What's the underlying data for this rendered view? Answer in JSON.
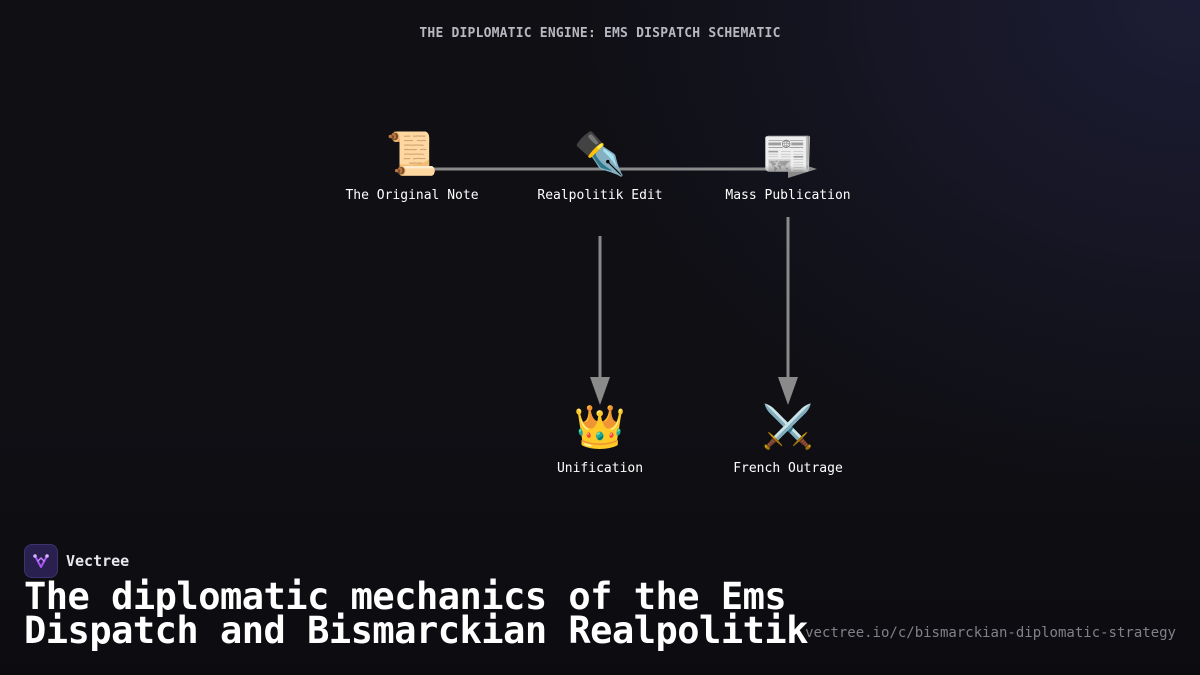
{
  "diagram": {
    "title": "THE DIPLOMATIC ENGINE: EMS DISPATCH SCHEMATIC",
    "nodes": [
      {
        "id": "original",
        "label": "The Original Note",
        "emoji": "📜",
        "icon": "scroll-icon"
      },
      {
        "id": "edit",
        "label": "Realpolitik Edit",
        "emoji": "✒️",
        "icon": "fountain-pen-icon"
      },
      {
        "id": "publication",
        "label": "Mass Publication",
        "emoji": "📰",
        "icon": "newspaper-icon"
      },
      {
        "id": "unification",
        "label": "Unification",
        "emoji": "👑",
        "icon": "crown-icon"
      },
      {
        "id": "outrage",
        "label": "French Outrage",
        "emoji": "⚔️",
        "icon": "crossed-swords-icon"
      }
    ],
    "edges": [
      {
        "from": "original",
        "to": "publication"
      },
      {
        "from": "edit",
        "to": "unification"
      },
      {
        "from": "publication",
        "to": "outrage"
      }
    ],
    "colors": {
      "edge": "#8a8a8a",
      "background": "#0f0f14"
    }
  },
  "brand": {
    "name": "Vectree",
    "accent": "#a855f7"
  },
  "headline": "The diplomatic mechanics of the Ems Dispatch and Bismarckian Realpolitik",
  "source_url": "vectree.io/c/bismarckian-diplomatic-strategy"
}
